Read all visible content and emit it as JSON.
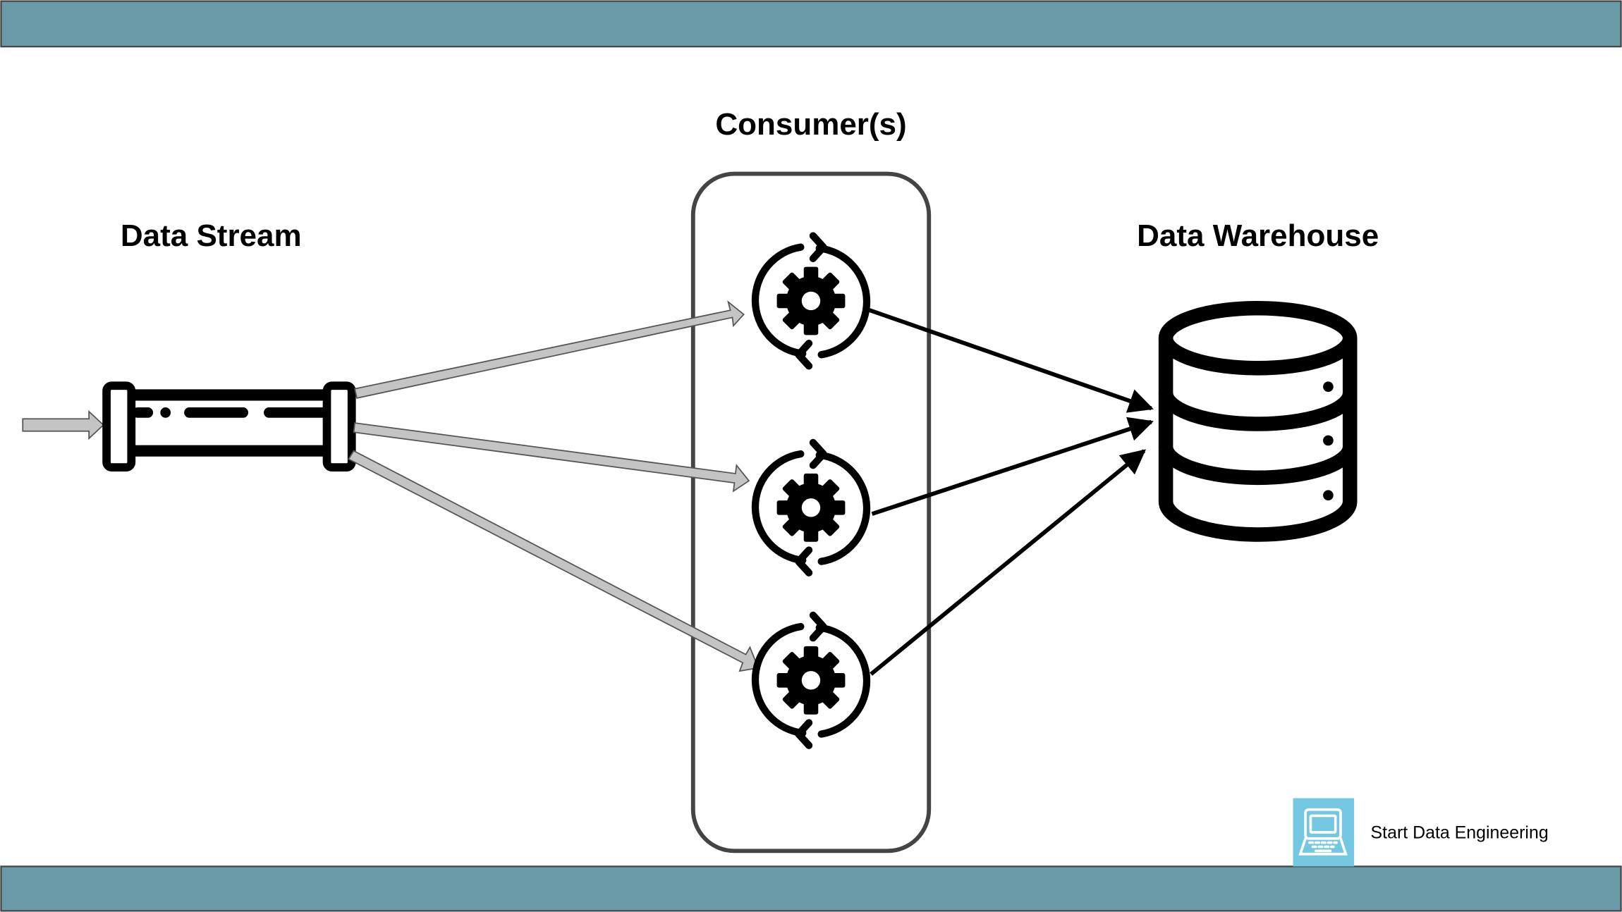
{
  "labels": {
    "consumers": "Consumer(s)",
    "data_stream": "Data Stream",
    "data_warehouse": "Data Warehouse"
  },
  "brand": {
    "name": "Start Data Engineering",
    "icon": "laptop-icon",
    "color": "#74c7e0"
  },
  "colors": {
    "banner": "#6a9aa7",
    "stream_arrow": "#c4c4c4",
    "consumer_arrow": "#000000"
  },
  "consumers": [
    {
      "icon": "gear-sync-icon"
    },
    {
      "icon": "gear-sync-icon"
    },
    {
      "icon": "gear-sync-icon"
    }
  ]
}
